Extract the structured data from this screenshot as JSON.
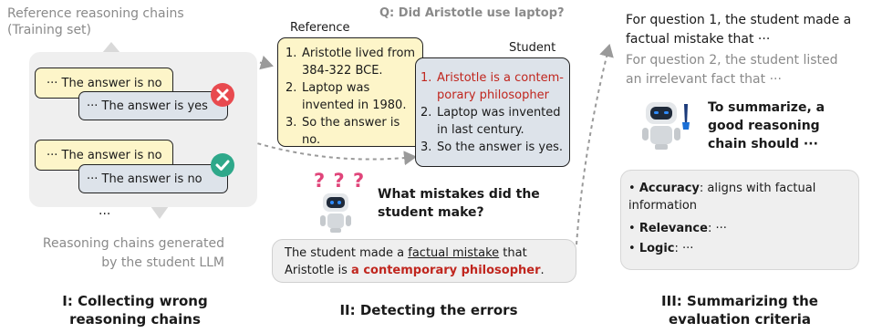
{
  "panel1": {
    "top_label_line1": "Reference reasoning chains",
    "top_label_line2": "(Training set)",
    "chain_a_front": "··· The answer is no",
    "chain_a_back": "··· The answer is yes",
    "chain_b_front": "··· The answer is no",
    "chain_b_back": "··· The answer is no",
    "ellipsis": "···",
    "bottom_label_line1": "Reasoning chains generated",
    "bottom_label_line2": "by the student LLM",
    "caption_line1": "I: Collecting wrong",
    "caption_line2": "reasoning chains",
    "wrong_icon": "cross-circle-icon",
    "right_icon": "check-circle-icon"
  },
  "panel2": {
    "question": "Q: Did Aristotle use laptop?",
    "reference_label": "Reference",
    "student_label": "Student",
    "reference_items": [
      {
        "num": "1.",
        "text_l1": "Aristotle lived from",
        "text_l2": "384-322 BCE."
      },
      {
        "num": "2.",
        "text_l1": "Laptop was",
        "text_l2": "invented in 1980."
      },
      {
        "num": "3.",
        "text_l1": "So the answer is no.",
        "text_l2": ""
      }
    ],
    "student_items": [
      {
        "num": "1.",
        "text_l1": "Aristotle is a contem-",
        "text_l2": "porary philosopher"
      },
      {
        "num": "2.",
        "text_l1": "Laptop was invented",
        "text_l2": "in last century."
      },
      {
        "num": "3.",
        "text_l1": "So the answer is yes.",
        "text_l2": ""
      }
    ],
    "robot_question_l1": "What mistakes did the",
    "robot_question_l2": "student make?",
    "robot_marks": "? ? ?",
    "answer_l1_pre": "The student made a ",
    "answer_l1_u": "factual mistake",
    "answer_l1_post": " that",
    "answer_l2_pre": "Aristotle is ",
    "answer_l2_red": "a contemporary philosopher",
    "answer_l2_post": ".",
    "caption": "II: Detecting the errors"
  },
  "panel3": {
    "q1_l1": "For question 1, the student made a",
    "q1_l2": "factual mistake that ···",
    "q2_l1": "For question 2, the student listed",
    "q2_l2": "an irrelevant fact that ···",
    "summary_l1": "To summarize, a",
    "summary_l2": "good reasoning",
    "summary_l3": "chain should ···",
    "criteria": [
      {
        "bullet": "•",
        "name": "Accuracy",
        "desc": ": aligns with factual",
        "desc2": "information"
      },
      {
        "bullet": "•",
        "name": "Relevance",
        "desc": ": ···",
        "desc2": ""
      },
      {
        "bullet": "•",
        "name": "Logic",
        "desc": ": ···",
        "desc2": ""
      }
    ],
    "caption_line1": "III: Summarizing the",
    "caption_line2": "evaluation criteria"
  },
  "colors": {
    "yellow_box": "#fdf5c9",
    "bluegray_box": "#dde3ea",
    "error_red": "#c0261e",
    "cross_red": "#e84a4f",
    "check_teal": "#2ea88a",
    "gray_text": "#8a8a8a",
    "robot_blue": "#1b6fd6"
  }
}
